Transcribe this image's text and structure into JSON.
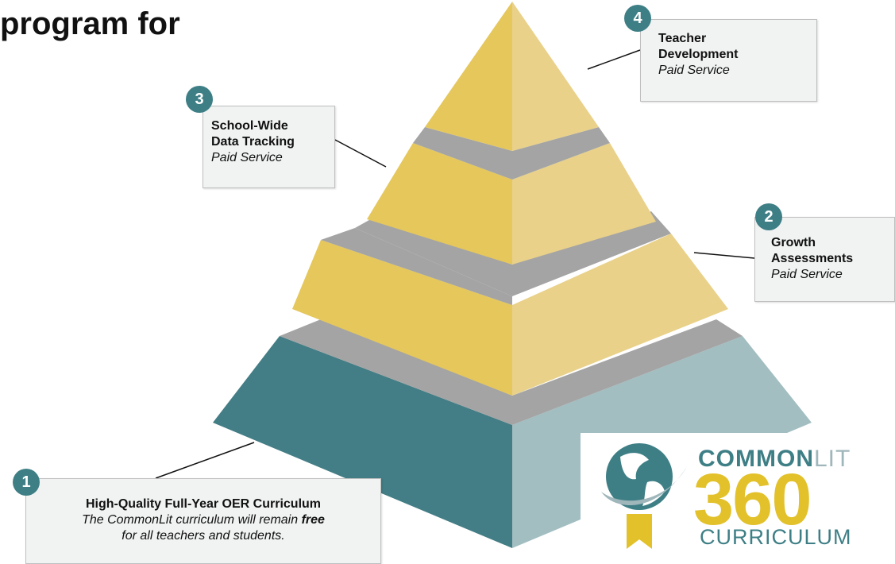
{
  "title": "program for",
  "colors": {
    "teal": "#3e7f86",
    "teal_light": "#a2bec1",
    "gold": "#e5c75c",
    "gold_light": "#e9d18a",
    "gray": "#a4a4a4",
    "logo_yellow": "#e2c12a"
  },
  "callouts": [
    {
      "number": "1",
      "title": "High-Quality Full-Year OER Curriculum",
      "subtitle_pre": "The CommonLit curriculum will remain ",
      "subtitle_emph": "free",
      "subtitle_post": "for all teachers and students."
    },
    {
      "number": "2",
      "title_line1": "Growth",
      "title_line2": "Assessments",
      "subtitle": "Paid Service"
    },
    {
      "number": "3",
      "title_line1": "School-Wide",
      "title_line2": "Data Tracking",
      "subtitle": "Paid Service"
    },
    {
      "number": "4",
      "title_line1": "Teacher",
      "title_line2": "Development",
      "subtitle": "Paid Service"
    }
  ],
  "logo": {
    "word_top": "COMMON",
    "word_top_light": "LIT",
    "number": "360",
    "word_bottom": "CURRICULUM",
    "icon": "globe-ribbon-icon"
  }
}
